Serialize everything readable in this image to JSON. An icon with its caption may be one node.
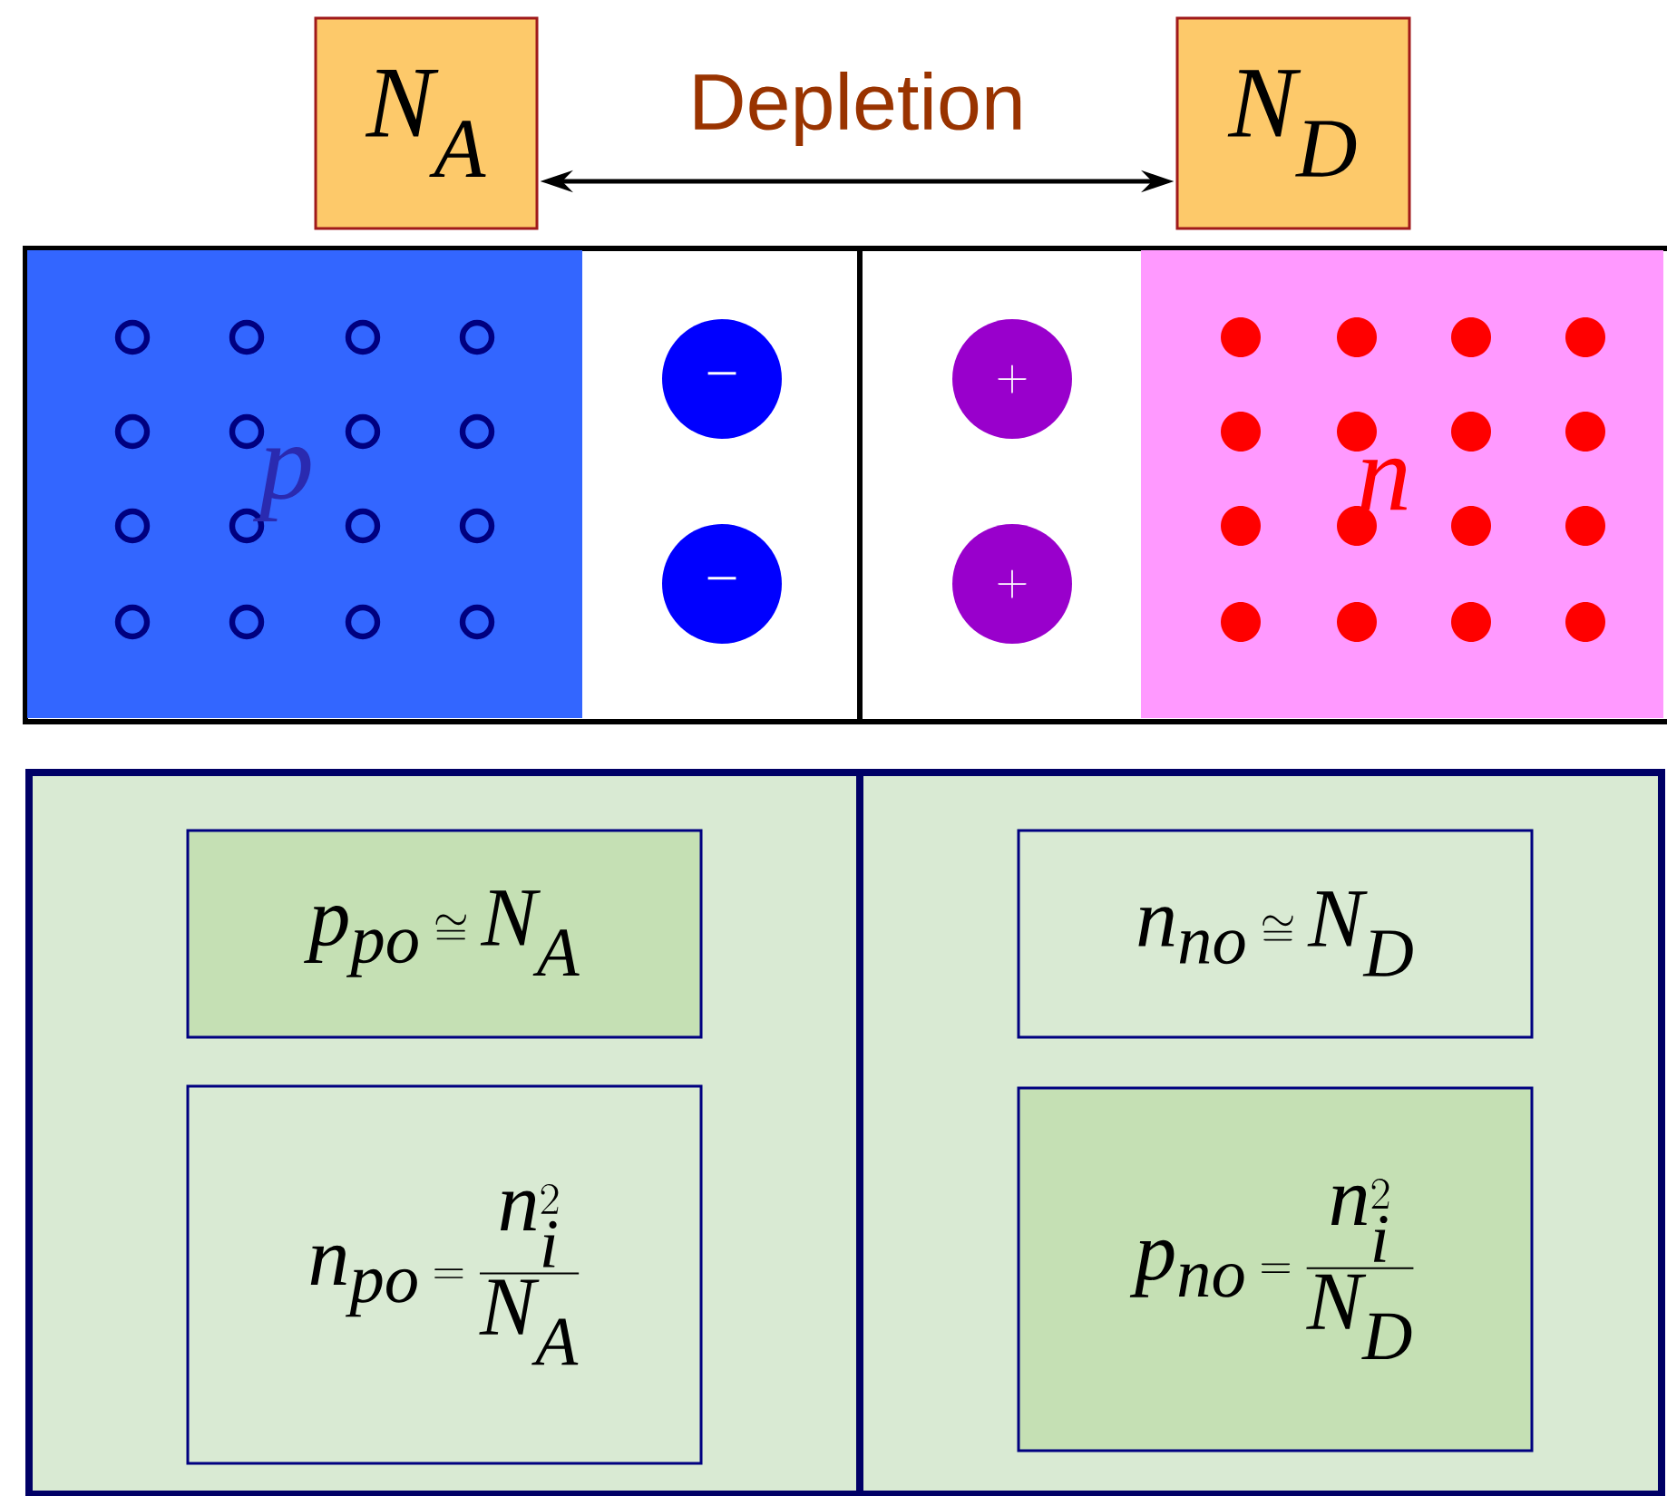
{
  "diagram": {
    "nodes": [
      {
        "text": [
          "N_{A}"
        ]
      },
      {
        "text": [
          "N_{D}"
        ]
      },
      {
        "text": [
          "p"
        ]
      },
      {
        "text": [
          "-"
        ]
      },
      {
        "text": [
          "-"
        ]
      },
      {
        "text": [
          "+"
        ]
      },
      {
        "text": [
          "+"
        ]
      },
      {
        "text": [
          "n"
        ]
      },
      {
        "text": [],
        "shape": "box"
      },
      {
        "text": [],
        "shape": "box"
      },
      {
        "text": [
          "p_{po} \\cong N_{A}"
        ],
        "in": 8
      },
      {
        "text": [
          "n_{po} = \\frac{n_{i}^{2}}{N_{A}}"
        ],
        "in": 8
      },
      {
        "text": [
          "n_{no} \\cong N_{D}"
        ],
        "in": 9
      },
      {
        "text": [
          "p_{no} = \\frac{n_{i}^{2}}{N_{D}}"
        ],
        "in": 9
      }
    ],
    "edges": [
      {
        "from": 0,
        "to": 1,
        "arrow": "both",
        "label": "Depletion"
      }
    ]
  }
}
